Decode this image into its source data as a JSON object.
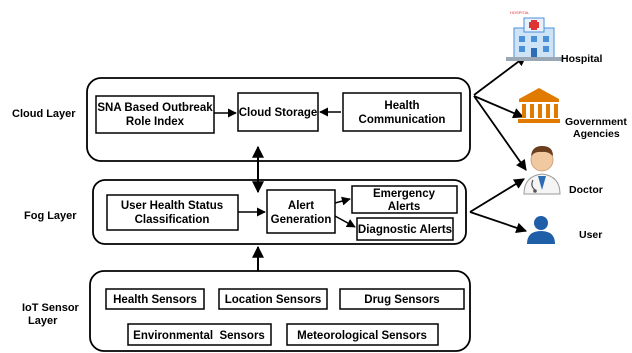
{
  "layers": {
    "cloud": "Cloud Layer",
    "fog": "Fog Layer",
    "iot_line1": "IoT Sensor",
    "iot_line2": "Layer"
  },
  "cloud_boxes": {
    "sna_line1": "SNA Based Outbreak",
    "sna_line2": "Role Index",
    "storage": "Cloud Storage",
    "health_line1": "Health",
    "health_line2": "Communication"
  },
  "fog_boxes": {
    "status_line1": "User Health Status",
    "status_line2": "Classification",
    "alert_line1": "Alert",
    "alert_line2": "Generation",
    "emergency_line1": "Emergency",
    "emergency_line2": "Alerts",
    "diagnostic": "Diagnostic Alerts"
  },
  "sensors": {
    "health": "Health Sensors",
    "location": "Location Sensors",
    "drug": "Drug Sensors",
    "environmental": "Environmental  Sensors",
    "meteorological": "Meteorological Sensors"
  },
  "entities": {
    "hospital": "Hospital",
    "hospital_sign": "HOSPITAL",
    "gov_line1": "Government",
    "gov_line2": "Agencies",
    "doctor": "Doctor",
    "user": "User"
  },
  "colors": {
    "hospital_blue": "#4a90d9",
    "gov_orange": "#e07b00",
    "doctor_skin": "#f1c9a0",
    "user_blue": "#1f5fa8"
  }
}
